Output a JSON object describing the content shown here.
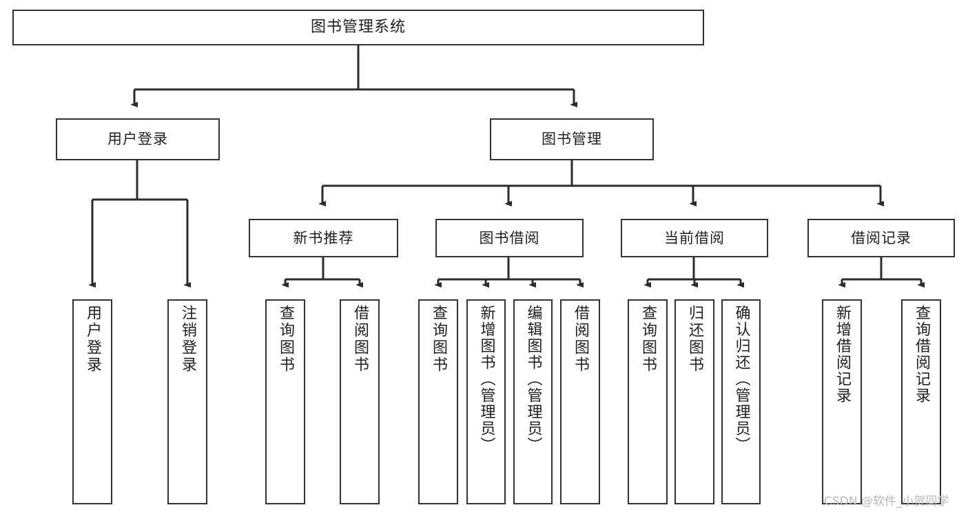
{
  "diagram": {
    "type": "tree-hierarchy",
    "title": "图书管理系统",
    "root": {
      "id": "root",
      "label": "图书管理系统"
    },
    "level1": [
      {
        "id": "user-login",
        "label": "用户登录"
      },
      {
        "id": "book-manage",
        "label": "图书管理"
      }
    ],
    "level2": [
      {
        "id": "new-book-rec",
        "label": "新书推荐",
        "parent": "book-manage"
      },
      {
        "id": "book-borrow",
        "label": "图书借阅",
        "parent": "book-manage"
      },
      {
        "id": "current-borrow",
        "label": "当前借阅",
        "parent": "book-manage"
      },
      {
        "id": "borrow-record",
        "label": "借阅记录",
        "parent": "book-manage"
      }
    ],
    "leaves": [
      {
        "id": "leaf-user-login",
        "label": "用户登录",
        "parent": "user-login"
      },
      {
        "id": "leaf-user-logout",
        "label": "注销登录",
        "parent": "user-login"
      },
      {
        "id": "leaf-query-book-1",
        "label": "查询图书",
        "parent": "new-book-rec"
      },
      {
        "id": "leaf-borrow-book-1",
        "label": "借阅图书",
        "parent": "new-book-rec"
      },
      {
        "id": "leaf-query-book-2",
        "label": "查询图书",
        "parent": "book-borrow"
      },
      {
        "id": "leaf-add-book",
        "label": "新增图书（管理员）",
        "parent": "book-borrow"
      },
      {
        "id": "leaf-edit-book",
        "label": "编辑图书（管理员）",
        "parent": "book-borrow"
      },
      {
        "id": "leaf-borrow-book-2",
        "label": "借阅图书",
        "parent": "book-borrow"
      },
      {
        "id": "leaf-query-book-3",
        "label": "查询图书",
        "parent": "current-borrow"
      },
      {
        "id": "leaf-return-book",
        "label": "归还图书",
        "parent": "current-borrow"
      },
      {
        "id": "leaf-confirm-return",
        "label": "确认归还（管理员）",
        "parent": "current-borrow"
      },
      {
        "id": "leaf-add-record",
        "label": "新增借阅记录",
        "parent": "borrow-record"
      },
      {
        "id": "leaf-query-record",
        "label": "查询借阅记录",
        "parent": "borrow-record"
      }
    ],
    "colors": {
      "background": "#ffffff",
      "box_border": "#333333",
      "box_fill": "#ffffff",
      "connector": "#2b2b2b",
      "text": "#1f1f1f",
      "watermark": "#b9b9b9"
    }
  },
  "watermark": {
    "text": "CSDN @软件_小贺同学"
  }
}
